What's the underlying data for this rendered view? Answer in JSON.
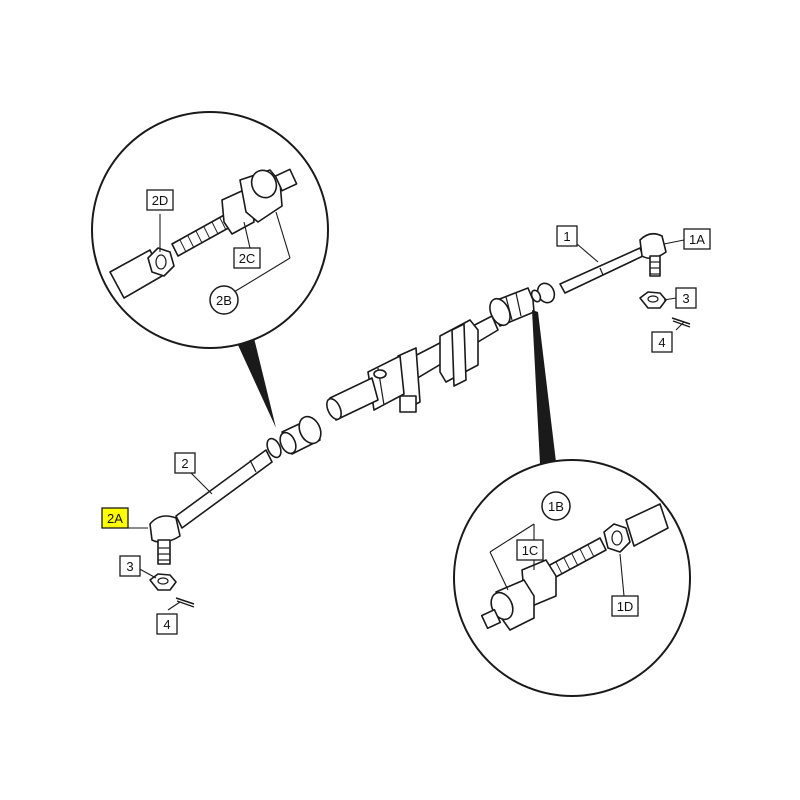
{
  "colors": {
    "line": "#1a1a1a",
    "highlight": "#ffff00",
    "background": "#ffffff"
  },
  "callouts": {
    "c1": "1",
    "c1A": "1A",
    "c1B": "1B",
    "c1C": "1C",
    "c1D": "1D",
    "c2": "2",
    "c2A": "2A",
    "c2B": "2B",
    "c2C": "2C",
    "c2D": "2D",
    "c3_right": "3",
    "c3_left": "3",
    "c4_right": "4",
    "c4_left": "4"
  }
}
